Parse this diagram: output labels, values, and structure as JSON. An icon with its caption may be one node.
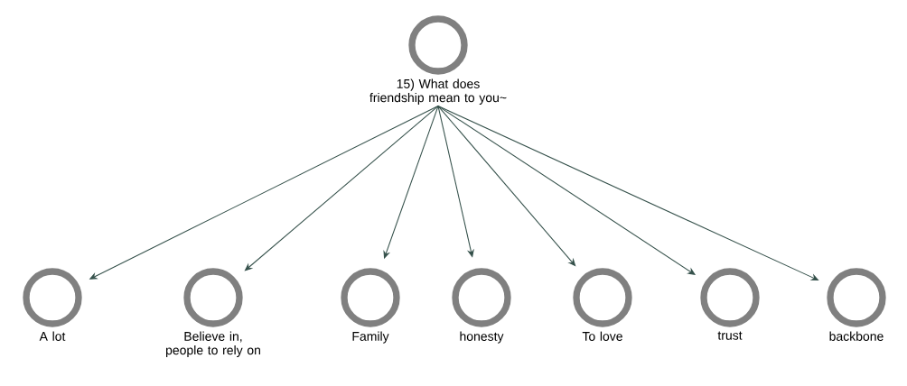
{
  "diagram": {
    "nodes": [
      {
        "text": [
          "15) What does friendship mean to you~"
        ]
      },
      {
        "text": [
          "A lot"
        ]
      },
      {
        "text": [
          "Believe in, people to rely on"
        ]
      },
      {
        "text": [
          "Family"
        ]
      },
      {
        "text": [
          "honesty"
        ]
      },
      {
        "text": [
          "To love"
        ]
      },
      {
        "text": [
          "trust"
        ]
      },
      {
        "text": [
          "backbone"
        ]
      }
    ],
    "edges": [
      {
        "from": 0,
        "to": 1,
        "arrow": "to"
      },
      {
        "from": 0,
        "to": 2,
        "arrow": "to"
      },
      {
        "from": 0,
        "to": 3,
        "arrow": "to"
      },
      {
        "from": 0,
        "to": 4,
        "arrow": "to"
      },
      {
        "from": 0,
        "to": 5,
        "arrow": "to"
      },
      {
        "from": 0,
        "to": 6,
        "arrow": "to"
      },
      {
        "from": 0,
        "to": 7,
        "arrow": "to"
      }
    ]
  }
}
